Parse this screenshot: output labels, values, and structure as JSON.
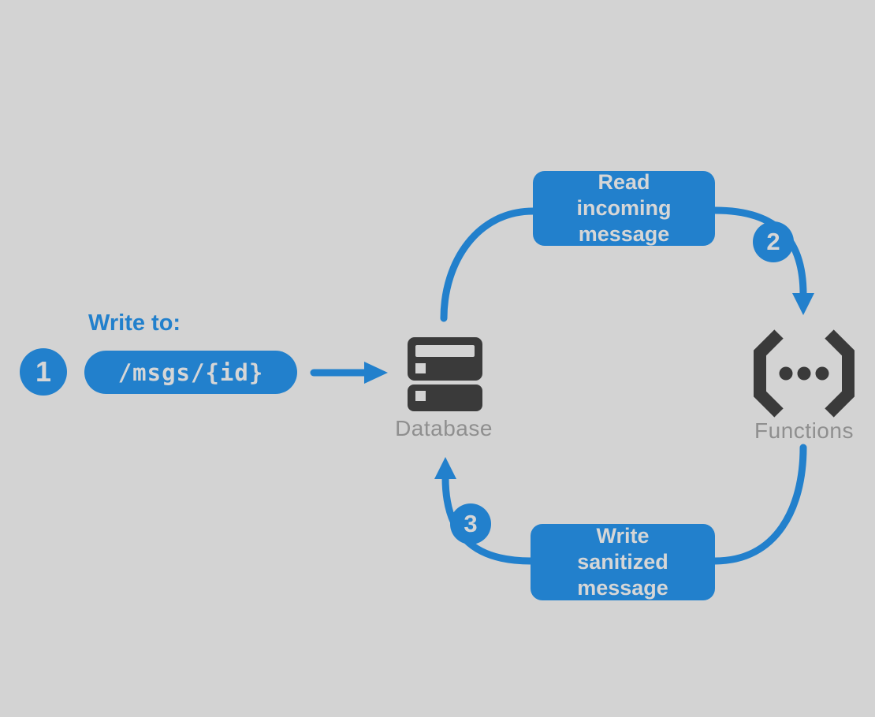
{
  "colors": {
    "accent_blue": "#2280cc",
    "icon_dark": "#3a3a3a",
    "background": "#d3d3d3",
    "label_gray": "#8f8f8f",
    "knockout_text": "#d6d6d6"
  },
  "step1": {
    "badge": "1",
    "title": "Write to:",
    "path_value": "/msgs/{id}"
  },
  "nodes": {
    "database_label": "Database",
    "functions_label": "Functions"
  },
  "cycle": {
    "read_box_label": "Read incoming message",
    "badge2": "2",
    "write_box_label": "Write sanitized message",
    "badge3": "3"
  },
  "icons": {
    "database": "database-server-icon",
    "functions": "code-brackets-icon"
  }
}
